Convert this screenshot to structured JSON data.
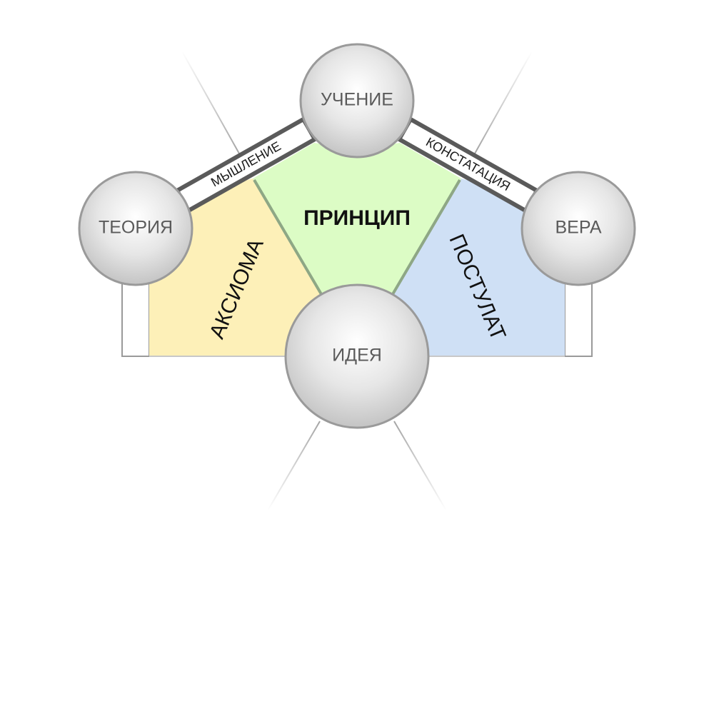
{
  "colors": {
    "axioma_fill": "#fdf0b8",
    "princip_fill": "#dcfcc5",
    "postulat_fill": "#cfe0f5",
    "green_edge": "#8ea785",
    "band_border": "#5a5a5a",
    "node_fill_center": "#ffffff",
    "node_fill_edge": "#c4c4c4",
    "node_stroke": "#9a9a9a"
  },
  "nodes": {
    "uchenie": "УЧЕНИЕ",
    "teoriya": "ТЕОРИЯ",
    "vera": "ВЕРА",
    "ideya": "ИДЕЯ"
  },
  "regions": {
    "princip": "ПРИНЦИП",
    "aksioma": "АКСИОМА",
    "postulat": "ПОСТУЛАТ"
  },
  "connectors": {
    "myshlenie": "МЫШЛЕНИЕ",
    "konstataciya": "КОНСТАТАЦИЯ"
  }
}
